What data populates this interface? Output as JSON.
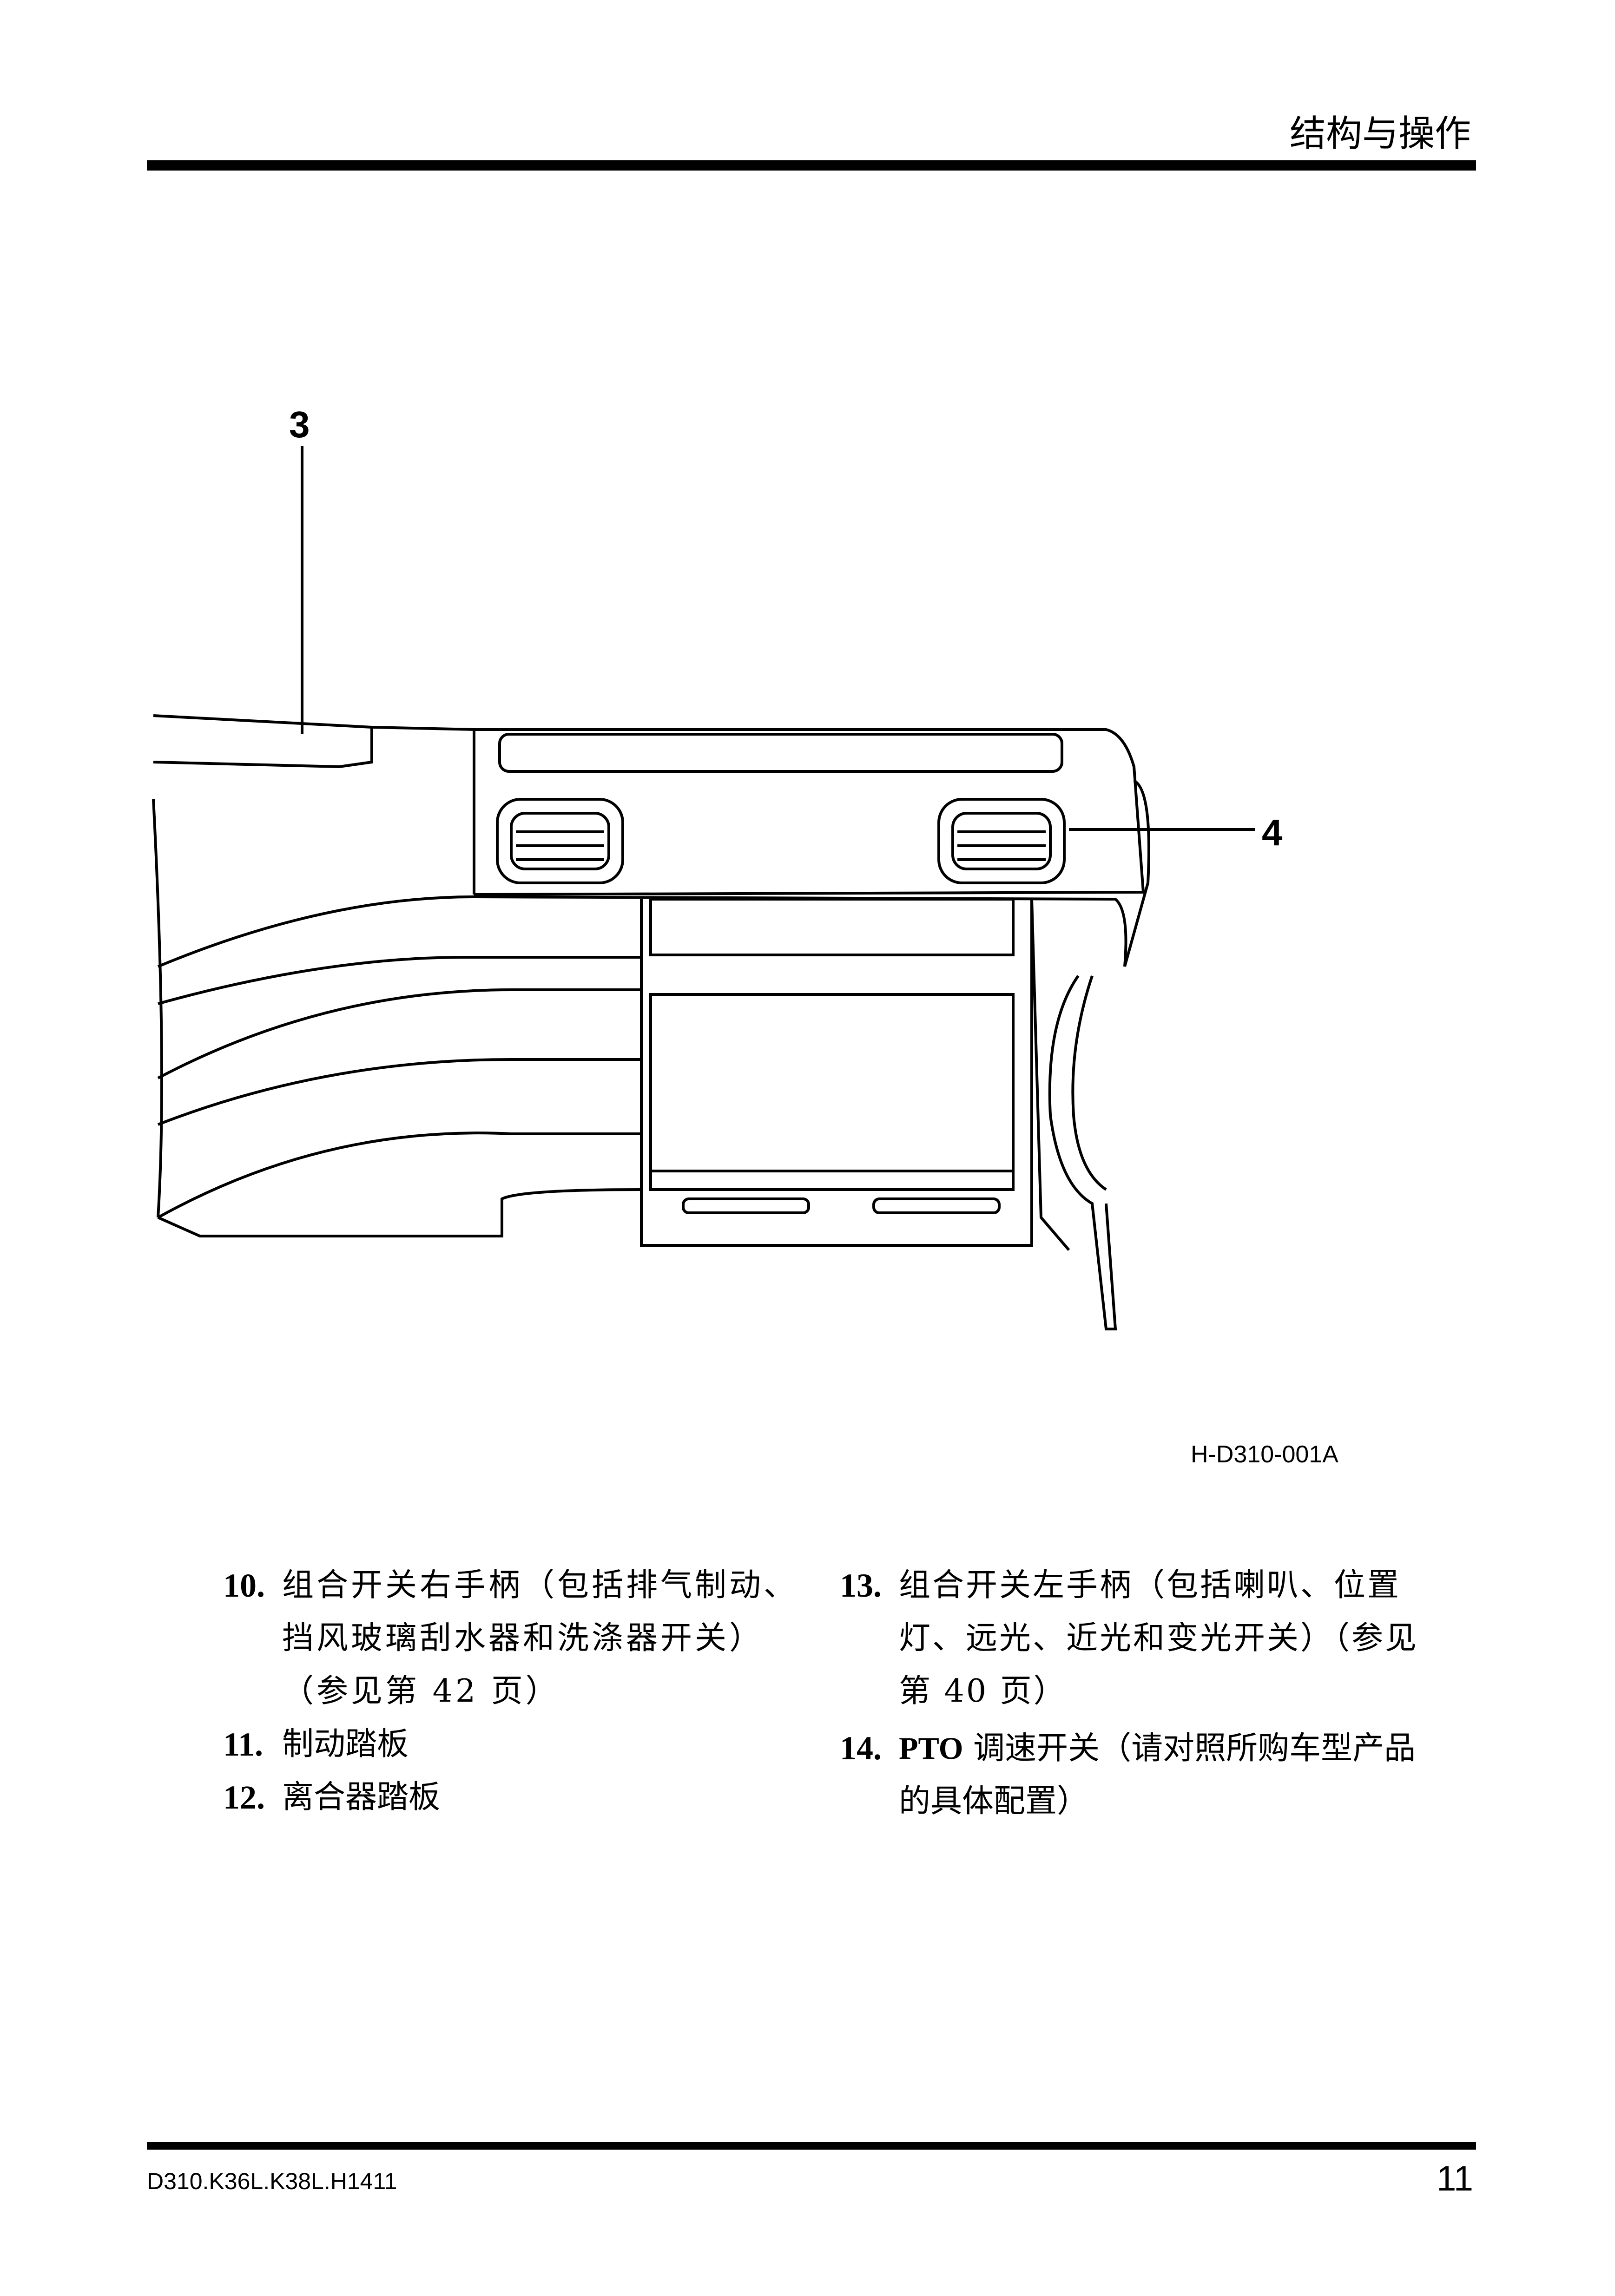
{
  "header": {
    "title": "结构与操作"
  },
  "figure": {
    "callouts": [
      "3",
      "4"
    ],
    "caption": "H-D310-001A"
  },
  "items_left": [
    {
      "num": "10.",
      "text": "组合开关右手柄（包括排气制动、挡风玻璃刮水器和洗涤器开关）（参见第 42 页）"
    },
    {
      "num": "11.",
      "text": "制动踏板"
    },
    {
      "num": "12.",
      "text": "离合器踏板"
    }
  ],
  "items_right": [
    {
      "num": "13.",
      "text": "组合开关左手柄（包括喇叭、位置灯、远光、近光和变光开关）（参见第 40 页）"
    },
    {
      "num": "14.",
      "text_prefix": "PTO",
      "text": " 调速开关（请对照所购车型产品的具体配置）"
    }
  ],
  "footer": {
    "doc_code": "D310.K36L.K38L.H1411",
    "page_number": "11"
  }
}
